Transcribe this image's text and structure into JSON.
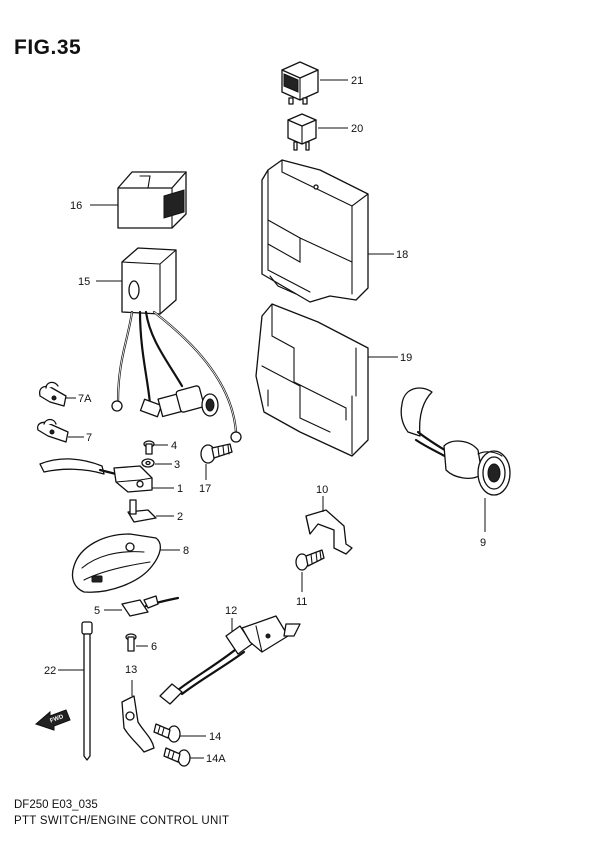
{
  "figure": {
    "title": "FIG.35",
    "model_code": "DF250 E03_035",
    "caption": "PTT SWITCH/ENGINE CONTROL UNIT",
    "direction_marker": "FWD"
  },
  "callouts": [
    {
      "id": "21",
      "label": "21"
    },
    {
      "id": "20",
      "label": "20"
    },
    {
      "id": "16",
      "label": "16"
    },
    {
      "id": "18",
      "label": "18"
    },
    {
      "id": "15",
      "label": "15"
    },
    {
      "id": "19",
      "label": "19"
    },
    {
      "id": "7A",
      "label": "7A"
    },
    {
      "id": "7",
      "label": "7"
    },
    {
      "id": "4",
      "label": "4"
    },
    {
      "id": "3",
      "label": "3"
    },
    {
      "id": "17",
      "label": "17"
    },
    {
      "id": "1",
      "label": "1"
    },
    {
      "id": "2",
      "label": "2"
    },
    {
      "id": "10",
      "label": "10"
    },
    {
      "id": "9",
      "label": "9"
    },
    {
      "id": "8",
      "label": "8"
    },
    {
      "id": "11",
      "label": "11"
    },
    {
      "id": "12",
      "label": "12"
    },
    {
      "id": "5",
      "label": "5"
    },
    {
      "id": "6",
      "label": "6"
    },
    {
      "id": "22",
      "label": "22"
    },
    {
      "id": "13",
      "label": "13"
    },
    {
      "id": "14",
      "label": "14"
    },
    {
      "id": "14A",
      "label": "14A"
    }
  ]
}
